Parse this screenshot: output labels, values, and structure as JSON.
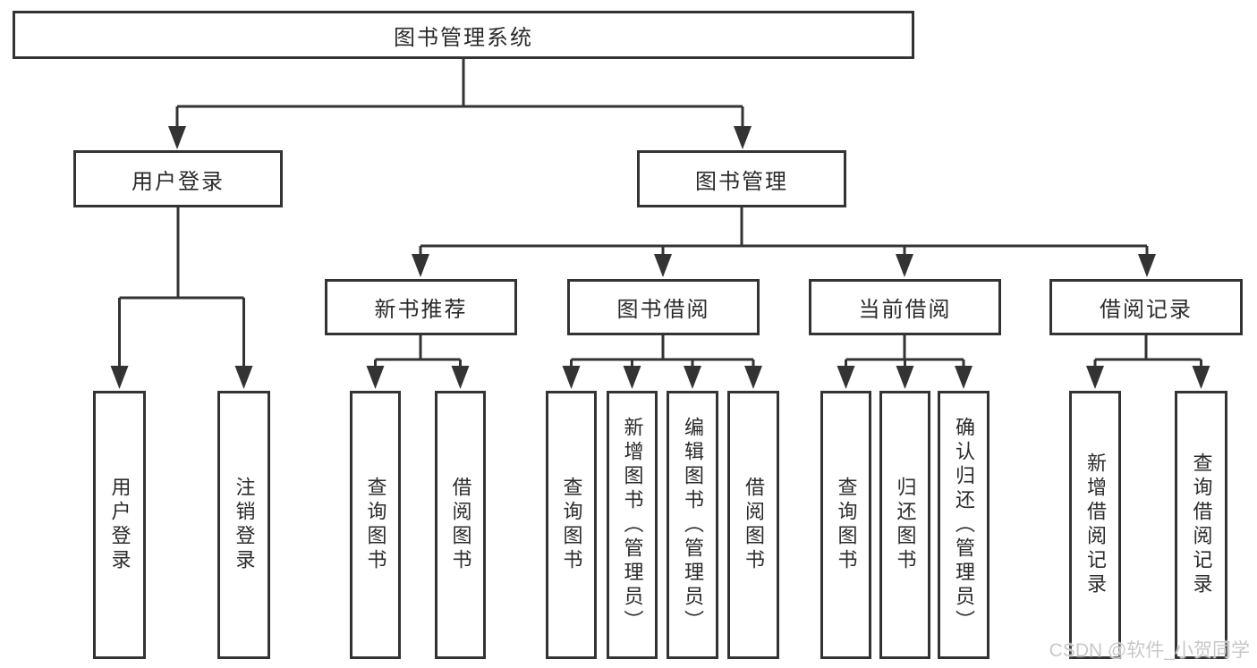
{
  "colors": {
    "line": "#333333",
    "text": "#2b2b2b",
    "background": "#ffffff",
    "watermark": "#c8c8c8"
  },
  "nodes": {
    "root": "图书管理系统",
    "user_login": "用户登录",
    "book_management": "图书管理",
    "new_book_recommend": "新书推荐",
    "book_borrowing": "图书借阅",
    "current_borrowing": "当前借阅",
    "borrowing_records": "借阅记录",
    "leaf_user_login": "用户登录",
    "leaf_logout": "注销登录",
    "leaf_query_books_recommend": "查询图书",
    "leaf_borrow_books_recommend": "借阅图书",
    "leaf_query_books_borrowing": "查询图书",
    "leaf_add_books_admin": "新增图书（管理员）",
    "leaf_edit_books_admin": "编辑图书（管理员）",
    "leaf_borrow_books_borrowing": "借阅图书",
    "leaf_query_books_current": "查询图书",
    "leaf_return_books": "归还图书",
    "leaf_confirm_return_admin": "确认归还（管理员）",
    "leaf_add_borrow_record": "新增借阅记录",
    "leaf_query_borrow_record": "查询借阅记录"
  },
  "watermark": "CSDN @软件_小贺同学"
}
